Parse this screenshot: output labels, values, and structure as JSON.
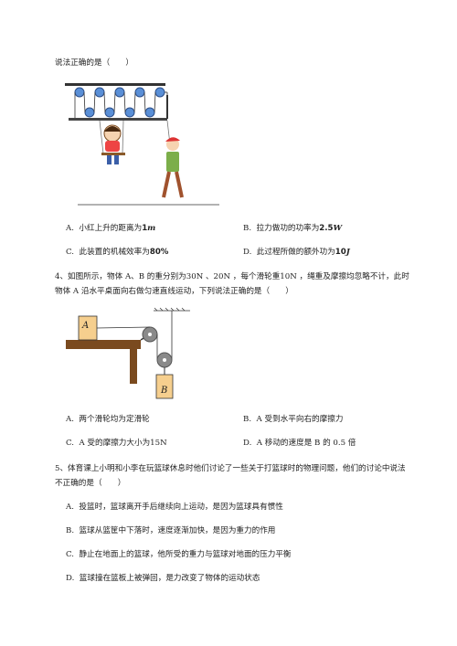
{
  "q3": {
    "stem_tail": "说法正确的是（　　）",
    "options": [
      {
        "letter": "A.",
        "pre": "小红上升的距离为",
        "value": "1",
        "unit": "m",
        "post": ""
      },
      {
        "letter": "B.",
        "pre": "拉力做功的功率为",
        "value": "2.5",
        "unit": "W",
        "post": ""
      },
      {
        "letter": "C.",
        "pre": "此装置的机械效率为",
        "value": "80%",
        "unit": "",
        "post": ""
      },
      {
        "letter": "D.",
        "pre": "此过程所做的额外功为",
        "value": "10",
        "unit": "J",
        "post": ""
      }
    ]
  },
  "q4": {
    "line1": "4、如图所示，物体 A、B 的重分别为30N 、20N ，每个滑轮重10N ，绳重及摩擦均忽略不计，此时",
    "line2": "物体 A 沿水平桌面向右做匀速直线运动，下列说法正确的是（　　）",
    "block_a": "A",
    "block_b": "B",
    "options": [
      {
        "letter": "A.",
        "text": "两个滑轮均为定滑轮"
      },
      {
        "letter": "B.",
        "text": "A 受到水平向右的摩擦力"
      },
      {
        "letter": "C.",
        "text": "A 受的摩擦力大小为15N"
      },
      {
        "letter": "D.",
        "text": "A 移动的速度是 B 的 0.5 倍"
      }
    ]
  },
  "q5": {
    "line1": "5、体育课上小明和小李在玩篮球休息时他们讨论了一些关于打篮球时的物理问题，他们的讨论中说法",
    "line2": "不正确的是（　　）",
    "options": [
      {
        "letter": "A.",
        "text": "投篮时，篮球离开手后继续向上运动，是因为篮球具有惯性"
      },
      {
        "letter": "B.",
        "text": "篮球从篮筐中下落时，速度逐渐加快，是因为重力的作用"
      },
      {
        "letter": "C.",
        "text": "静止在地面上的篮球，他所受的重力与篮球对地面的压力平衡"
      },
      {
        "letter": "D.",
        "text": "篮球撞在篮板上被弹回，是力改变了物体的运动状态"
      }
    ]
  },
  "colors": {
    "text": "#222222",
    "block": "#f6cf8e",
    "table": "#7a4a1f",
    "pulley": "#8a8a8a",
    "rope": "#3a5f9c"
  }
}
